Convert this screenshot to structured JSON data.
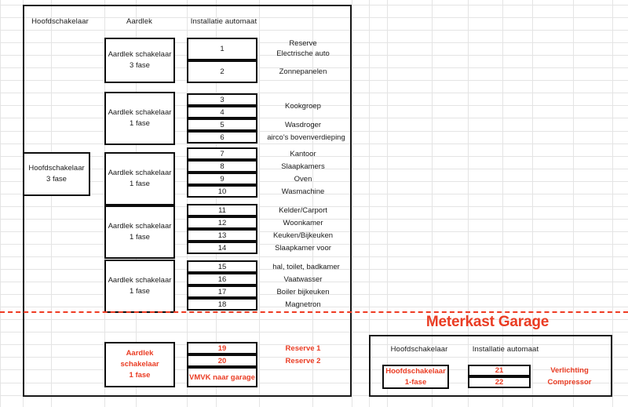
{
  "document": {
    "type": "spreadsheet-electrical-panel-schedule",
    "language": "nl"
  },
  "main_panel": {
    "headers": {
      "col_main_switch": "Hoofdschakelaar",
      "col_earth_leakage": "Aardlek",
      "col_breaker": "Installatie automaat"
    },
    "main_switch": {
      "line1": "Hoofdschakelaar",
      "line2": "3 fase"
    },
    "groups": [
      {
        "earth_leakage": {
          "line1": "Aardlek schakelaar",
          "line2": "3 fase"
        },
        "breakers": [
          {
            "number": "1",
            "label": "Reserve\nElectrische auto",
            "label_line1": "Reserve",
            "label_line2": "Electrische auto",
            "span": 2
          },
          {
            "number": "2",
            "label": "Zonnepanelen",
            "span": 2
          }
        ]
      },
      {
        "earth_leakage": {
          "line1": "Aardlek schakelaar",
          "line2": "1 fase"
        },
        "breakers": [
          {
            "number": "3",
            "label": "Kookgroep",
            "span": 1,
            "label_span": 2
          },
          {
            "number": "4",
            "label": "",
            "span": 1
          },
          {
            "number": "5",
            "label": "Wasdroger",
            "span": 1
          },
          {
            "number": "6",
            "label": "airco's bovenverdieping",
            "span": 1
          }
        ]
      },
      {
        "earth_leakage": {
          "line1": "Aardlek schakelaar",
          "line2": "1 fase"
        },
        "breakers": [
          {
            "number": "7",
            "label": "Kantoor",
            "span": 1
          },
          {
            "number": "8",
            "label": "Slaapkamers",
            "span": 1
          },
          {
            "number": "9",
            "label": "Oven",
            "span": 1
          },
          {
            "number": "10",
            "label": "Wasmachine",
            "span": 1
          }
        ]
      },
      {
        "earth_leakage": {
          "line1": "Aardlek schakelaar",
          "line2": "1 fase"
        },
        "breakers": [
          {
            "number": "11",
            "label": "Kelder/Carport",
            "span": 1
          },
          {
            "number": "12",
            "label": "Woonkamer",
            "span": 1
          },
          {
            "number": "13",
            "label": "Keuken/Bijkeuken",
            "span": 1
          },
          {
            "number": "14",
            "label": "Slaapkamer voor",
            "span": 1
          }
        ]
      },
      {
        "earth_leakage": {
          "line1": "Aardlek schakelaar",
          "line2": "1 fase"
        },
        "breakers": [
          {
            "number": "15",
            "label": "hal, toilet, badkamer",
            "span": 1
          },
          {
            "number": "16",
            "label": "Vaatwasser",
            "span": 1
          },
          {
            "number": "17",
            "label": "Boiler bijkeuken",
            "span": 1
          },
          {
            "number": "18",
            "label": "Magnetron",
            "span": 1
          }
        ]
      },
      {
        "earth_leakage": {
          "line1": "Aardlek schakelaar",
          "line2": "1 fase",
          "color": "red"
        },
        "breakers": [
          {
            "number": "19",
            "label": "Reserve 1",
            "span": 1,
            "color": "red"
          },
          {
            "number": "20",
            "label": "Reserve 2",
            "span": 1,
            "color": "red"
          },
          {
            "number": "VMVK naar garage",
            "label": "",
            "span": 2,
            "color": "red"
          }
        ]
      }
    ]
  },
  "garage_panel": {
    "title": "Meterkast Garage",
    "headers": {
      "col_main_switch": "Hoofdschakelaar",
      "col_breaker": "Installatie automaat"
    },
    "main_switch": {
      "line1": "Hoofdschakelaar",
      "line2": "1-fase"
    },
    "breakers": [
      {
        "number": "21",
        "label": "Verlichting"
      },
      {
        "number": "22",
        "label": "Compressor"
      }
    ]
  },
  "colors": {
    "accent_red": "#ea3c23",
    "ink": "#1a1a1a",
    "gridline": "#e4e4e4"
  }
}
